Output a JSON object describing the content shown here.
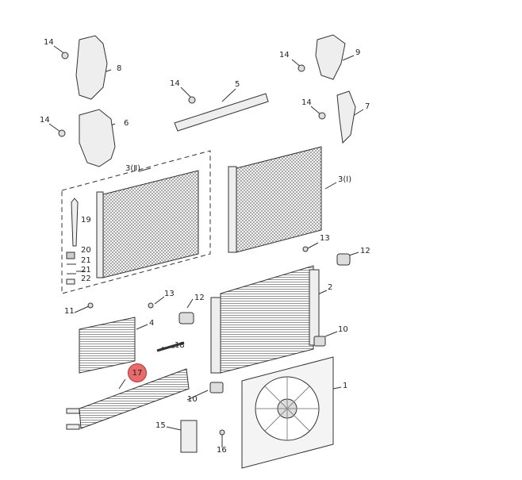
{
  "diagram": {
    "labels": {
      "fastener_14_a": "14",
      "bracket_8": "8",
      "fastener_14_b": "14",
      "bracket_6": "6",
      "fastener_14_c": "14",
      "baffle_5": "5",
      "fastener_14_d": "14",
      "bracket_9": "9",
      "fastener_14_e": "14",
      "bracket_7": "7",
      "condenser_3_ii": "3(Ⅱ)",
      "condenser_3_i": "3(Ⅰ)",
      "part_19": "19",
      "part_20": "20",
      "part_21_a": "21",
      "part_21_b": "21",
      "part_22": "22",
      "bolt_13_a": "13",
      "mount_12_a": "12",
      "radiator_2": "2",
      "bolt_11": "11",
      "bolt_13_b": "13",
      "mount_12_b": "12",
      "cooler_4": "4",
      "mount_10_a": "10",
      "pin_18": "18",
      "cooler_17": "17",
      "mount_10_b": "10",
      "fan_1": "1",
      "module_15": "15",
      "screw_16": "16"
    },
    "highlight_color": "#e86a6a"
  }
}
